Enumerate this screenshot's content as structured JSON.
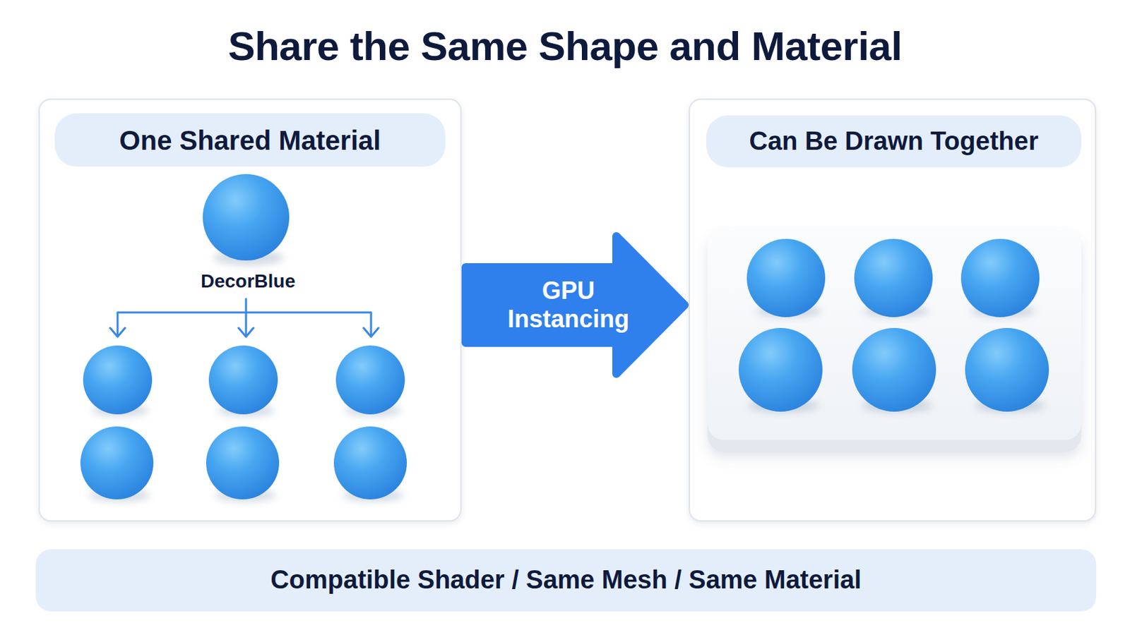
{
  "diagram": {
    "title": "Share the Same Shape and Material",
    "nodes": [
      {
        "text": [
          "One Shared Material"
        ]
      },
      {
        "text": [
          "Can Be Drawn Together"
        ]
      },
      {
        "text": [
          "Compatible Shader / Same Mesh / Same Material"
        ]
      }
    ],
    "edges": [
      {
        "from": 0,
        "to": 1,
        "arrow": "to",
        "label": "GPU Instancing"
      }
    ],
    "labels": [
      "DecorBlue"
    ]
  }
}
